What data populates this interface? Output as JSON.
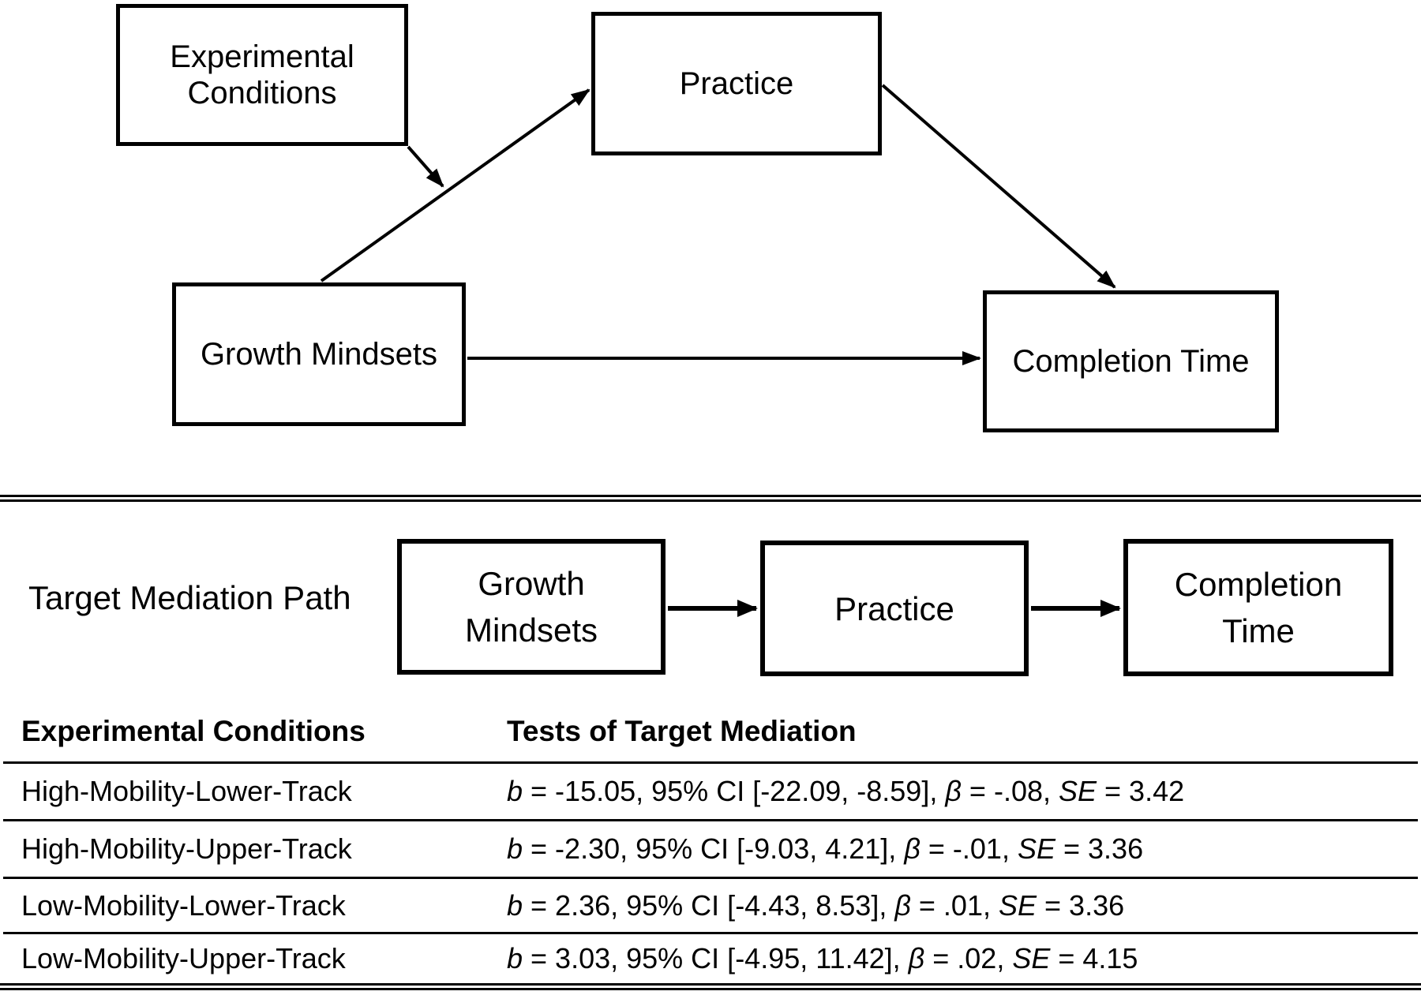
{
  "moderation_diagram": {
    "nodes": {
      "experimental_conditions": {
        "lines": [
          "Experimental",
          "Conditions"
        ]
      },
      "practice": {
        "label": "Practice"
      },
      "growth_mindsets": {
        "label": "Growth Mindsets"
      },
      "completion_time": {
        "label": "Completion Time"
      }
    }
  },
  "mediation_section": {
    "label": "Target Mediation Path",
    "nodes": {
      "growth_mindsets": {
        "lines": [
          "Growth",
          "Mindsets"
        ]
      },
      "practice": {
        "label": "Practice"
      },
      "completion_time": {
        "lines": [
          "Completion",
          "Time"
        ]
      }
    }
  },
  "table": {
    "headers": [
      "Experimental Conditions",
      "Tests of Target Mediation"
    ],
    "rows": [
      {
        "condition": "High-Mobility-Lower-Track",
        "stats": [
          {
            "t": "b",
            "i": true
          },
          {
            "t": " = -15.05, 95% CI [-22.09, -8.59], ",
            "i": false
          },
          {
            "t": "β",
            "i": true
          },
          {
            "t": " = -.08, ",
            "i": false
          },
          {
            "t": "SE",
            "i": true
          },
          {
            "t": " = 3.42",
            "i": false
          }
        ]
      },
      {
        "condition": "High-Mobility-Upper-Track",
        "stats": [
          {
            "t": "b",
            "i": true
          },
          {
            "t": " = -2.30, 95% CI [-9.03, 4.21], ",
            "i": false
          },
          {
            "t": "β",
            "i": true
          },
          {
            "t": " = -.01, ",
            "i": false
          },
          {
            "t": "SE",
            "i": true
          },
          {
            "t": " = 3.36",
            "i": false
          }
        ]
      },
      {
        "condition": "Low-Mobility-Lower-Track",
        "stats": [
          {
            "t": "b",
            "i": true
          },
          {
            "t": " = 2.36, 95% CI [-4.43, 8.53], ",
            "i": false
          },
          {
            "t": "β",
            "i": true
          },
          {
            "t": " = .01, ",
            "i": false
          },
          {
            "t": "SE",
            "i": true
          },
          {
            "t": " = 3.36",
            "i": false
          }
        ]
      },
      {
        "condition": "Low-Mobility-Upper-Track",
        "stats": [
          {
            "t": "b",
            "i": true
          },
          {
            "t": " = 3.03, 95% CI [-4.95, 11.42], ",
            "i": false
          },
          {
            "t": "β",
            "i": true
          },
          {
            "t": " = .02, ",
            "i": false
          },
          {
            "t": "SE",
            "i": true
          },
          {
            "t": " = 4.15",
            "i": false
          }
        ]
      }
    ]
  },
  "colors": {
    "ink": "#000000",
    "background": "#ffffff"
  }
}
